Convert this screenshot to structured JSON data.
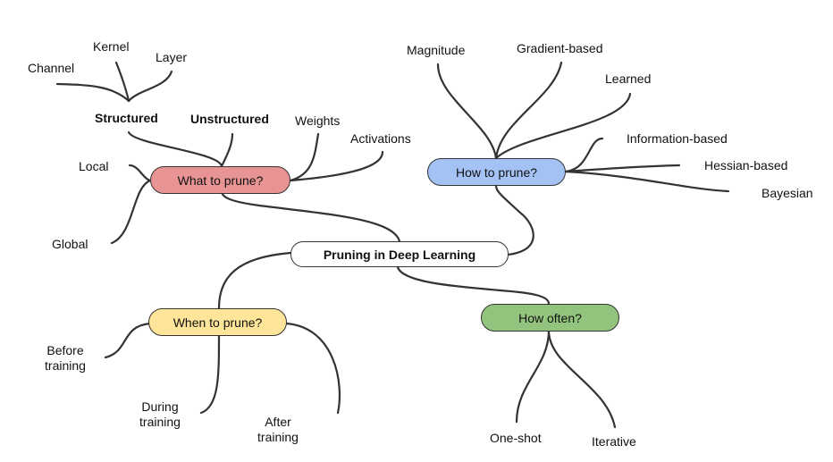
{
  "root": {
    "label": "Pruning in Deep Learning",
    "color": "#ffffff"
  },
  "branches": {
    "what": {
      "label": "What to prune?",
      "color": "#e99494"
    },
    "how": {
      "label": "How to prune?",
      "color": "#a4c2f4"
    },
    "when": {
      "label": "When to prune?",
      "color": "#ffe599"
    },
    "often": {
      "label": "How often?",
      "color": "#93c47d"
    }
  },
  "leaves": {
    "structured": "Structured",
    "unstructured": "Unstructured",
    "channel": "Channel",
    "kernel": "Kernel",
    "layer": "Layer",
    "weights": "Weights",
    "activations": "Activations",
    "local": "Local",
    "global": "Global",
    "magnitude": "Magnitude",
    "gradient": "Gradient-based",
    "learned": "Learned",
    "information": "Information-based",
    "hessian": "Hessian-based",
    "bayesian": "Bayesian",
    "before_1": "Before",
    "before_2": "training",
    "during_1": "During",
    "during_2": "training",
    "after_1": "After",
    "after_2": "training",
    "oneshot": "One-shot",
    "iterative": "Iterative"
  }
}
